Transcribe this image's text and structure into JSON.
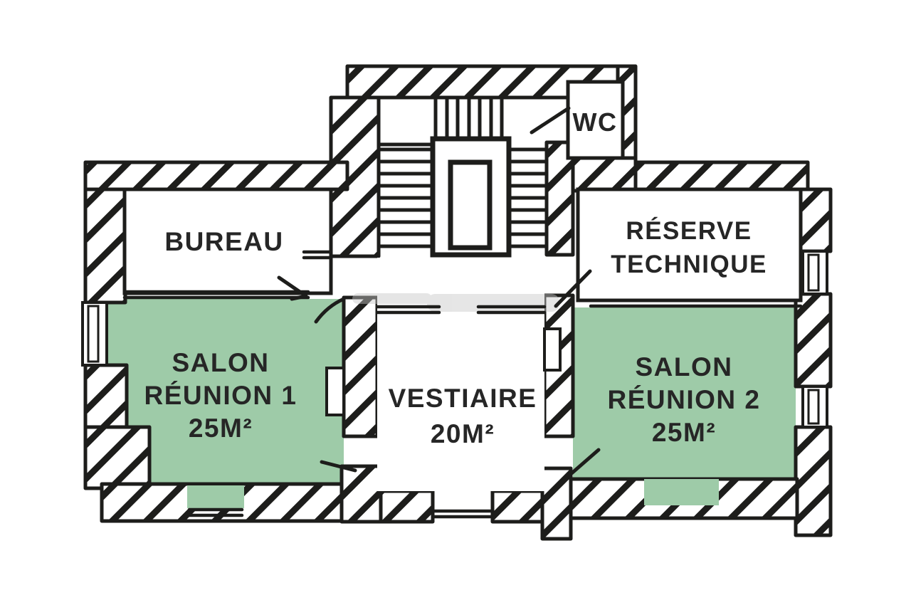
{
  "plan": {
    "type": "floor-plan",
    "background_color": "#ffffff",
    "line_color": "#1d1d1b",
    "highlight_color": "#9ecba8",
    "text_color": "#262626",
    "watermark_color": "#c7c7c7",
    "rooms": {
      "bureau": {
        "label": "BUREAU",
        "highlighted": false
      },
      "wc": {
        "label": "WC",
        "highlighted": false
      },
      "reserve": {
        "line1": "RÉSERVE",
        "line2": "TECHNIQUE",
        "highlighted": false
      },
      "salon1": {
        "line1": "SALON",
        "line2": "RÉUNION 1",
        "line3": "25M²",
        "highlighted": true
      },
      "vestiaire": {
        "line1": "VESTIAIRE",
        "line2": "20M²",
        "highlighted": false
      },
      "salon2": {
        "line1": "SALON",
        "line2": "RÉUNION 2",
        "line3": "25M²",
        "highlighted": true
      }
    }
  }
}
